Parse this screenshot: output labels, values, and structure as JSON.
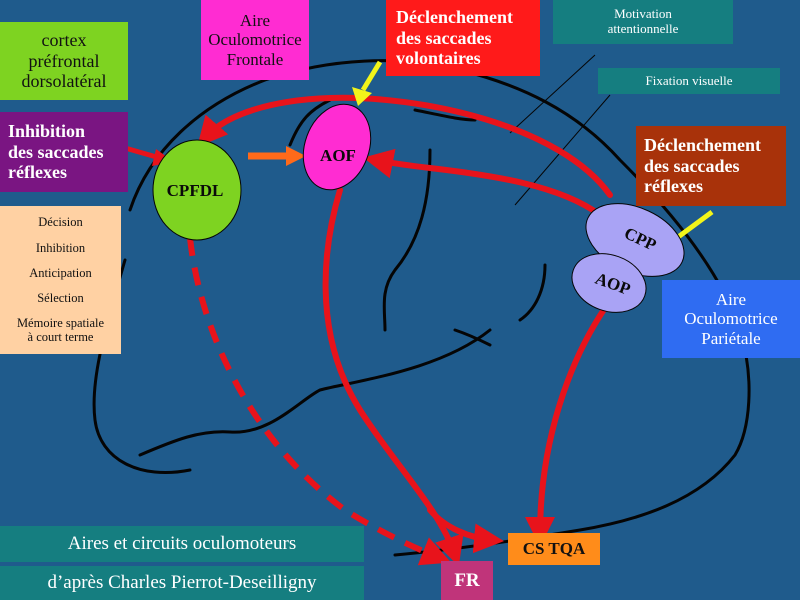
{
  "colors": {
    "background": "#1f5b8c",
    "arrow_red": "#e8131b",
    "outline": "#050505",
    "cpfdl_green": "#7ed321",
    "aof_magenta": "#ff2cd2",
    "cpp_lavender": "#a9a3f5",
    "yellow_arrow": "#f2f51a",
    "orange_arrow": "#ff6a1a"
  },
  "labels": {
    "cortex": [
      "cortex",
      "préfrontal",
      "dorsolatéral"
    ],
    "aof_box": [
      "Aire",
      "Oculomotrice",
      "Frontale"
    ],
    "volontaires": [
      "Déclenchement",
      "des saccades",
      "volontaires"
    ],
    "motivation": [
      "Motivation",
      "attentionnelle"
    ],
    "fixation": "Fixation visuelle",
    "inhibition": [
      "Inhibition",
      "des saccades",
      "réflexes"
    ],
    "reflexes": [
      "Déclenchement",
      "des saccades",
      "réflexes"
    ],
    "functions": [
      "Décision",
      "Inhibition",
      "Anticipation",
      "Sélection",
      "Mémoire spatiale",
      "à court terme"
    ],
    "aop_box": [
      "Aire",
      "Oculomotrice",
      "Pariétale"
    ],
    "caption_line1": "Aires et circuits oculomoteurs",
    "caption_line2": "d’après Charles Pierrot-Deseilligny"
  },
  "nodes": {
    "cpfdl": "CPFDL",
    "aof": "AOF",
    "cpp": "CPP",
    "aop": "AOP",
    "cs_tqa": "CS TQA",
    "fr": "FR"
  }
}
